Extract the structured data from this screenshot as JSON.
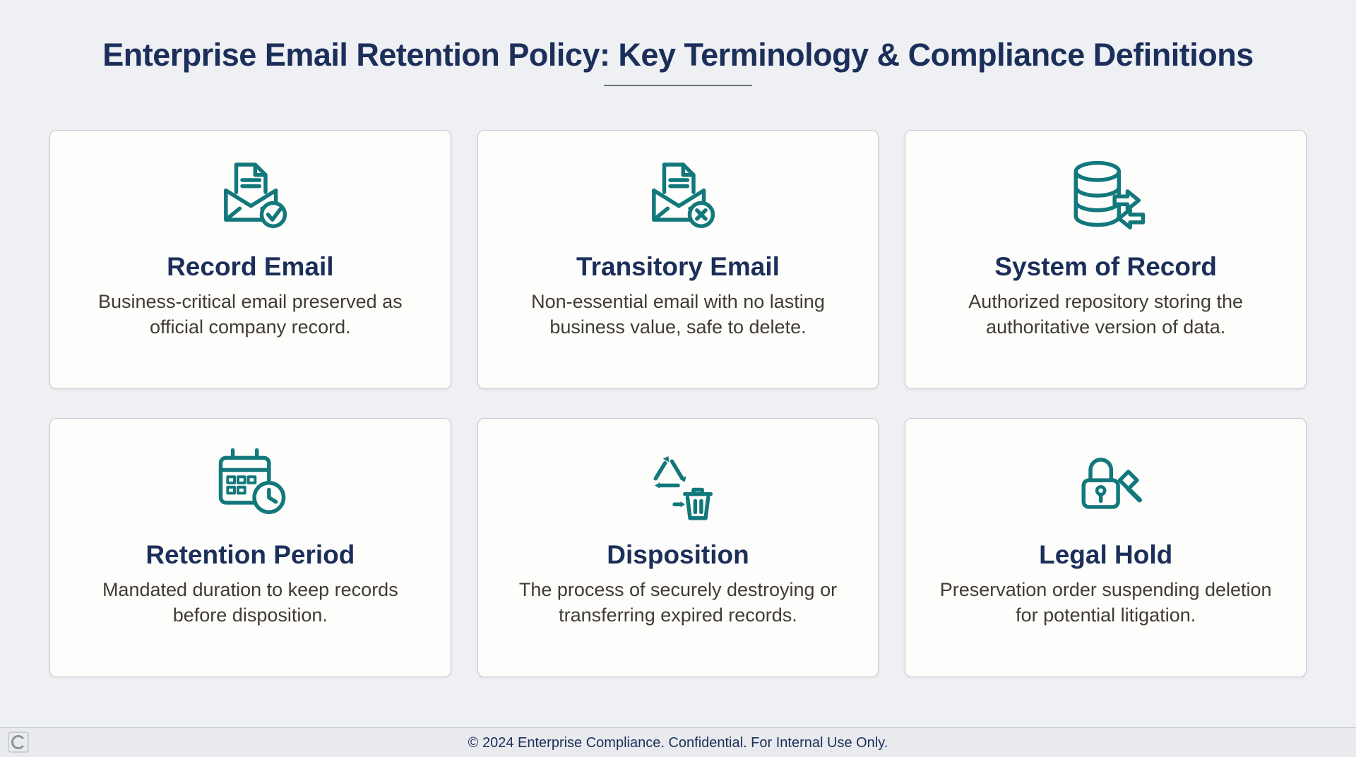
{
  "page": {
    "title": "Enterprise Email Retention Policy: Key Terminology & Compliance Definitions",
    "footer": "© 2024 Enterprise Compliance. Confidential. For Internal Use Only."
  },
  "theme": {
    "accent_teal": "#12787c",
    "navy": "#1c2f5a",
    "body_text": "#423b33",
    "page_bg": "#eef0f3",
    "card_bg": "#fdfdfb",
    "card_border": "#c8ccd1",
    "footer_bg": "#e8eaed"
  },
  "cards": [
    {
      "icon": "record-email-icon",
      "title": "Record Email",
      "description": "Business-critical email preserved as official company record."
    },
    {
      "icon": "transitory-email-icon",
      "title": "Transitory Email",
      "description": "Non-essential email with no lasting business value, safe to delete."
    },
    {
      "icon": "system-of-record-icon",
      "title": "System of Record",
      "description": "Authorized repository storing the authoritative version of data."
    },
    {
      "icon": "retention-period-icon",
      "title": "Retention Period",
      "description": "Mandated duration to keep records before disposition."
    },
    {
      "icon": "disposition-icon",
      "title": "Disposition",
      "description": "The process of securely destroying or transferring expired records."
    },
    {
      "icon": "legal-hold-icon",
      "title": "Legal Hold",
      "description": "Preservation order suspending deletion for potential litigation."
    }
  ]
}
